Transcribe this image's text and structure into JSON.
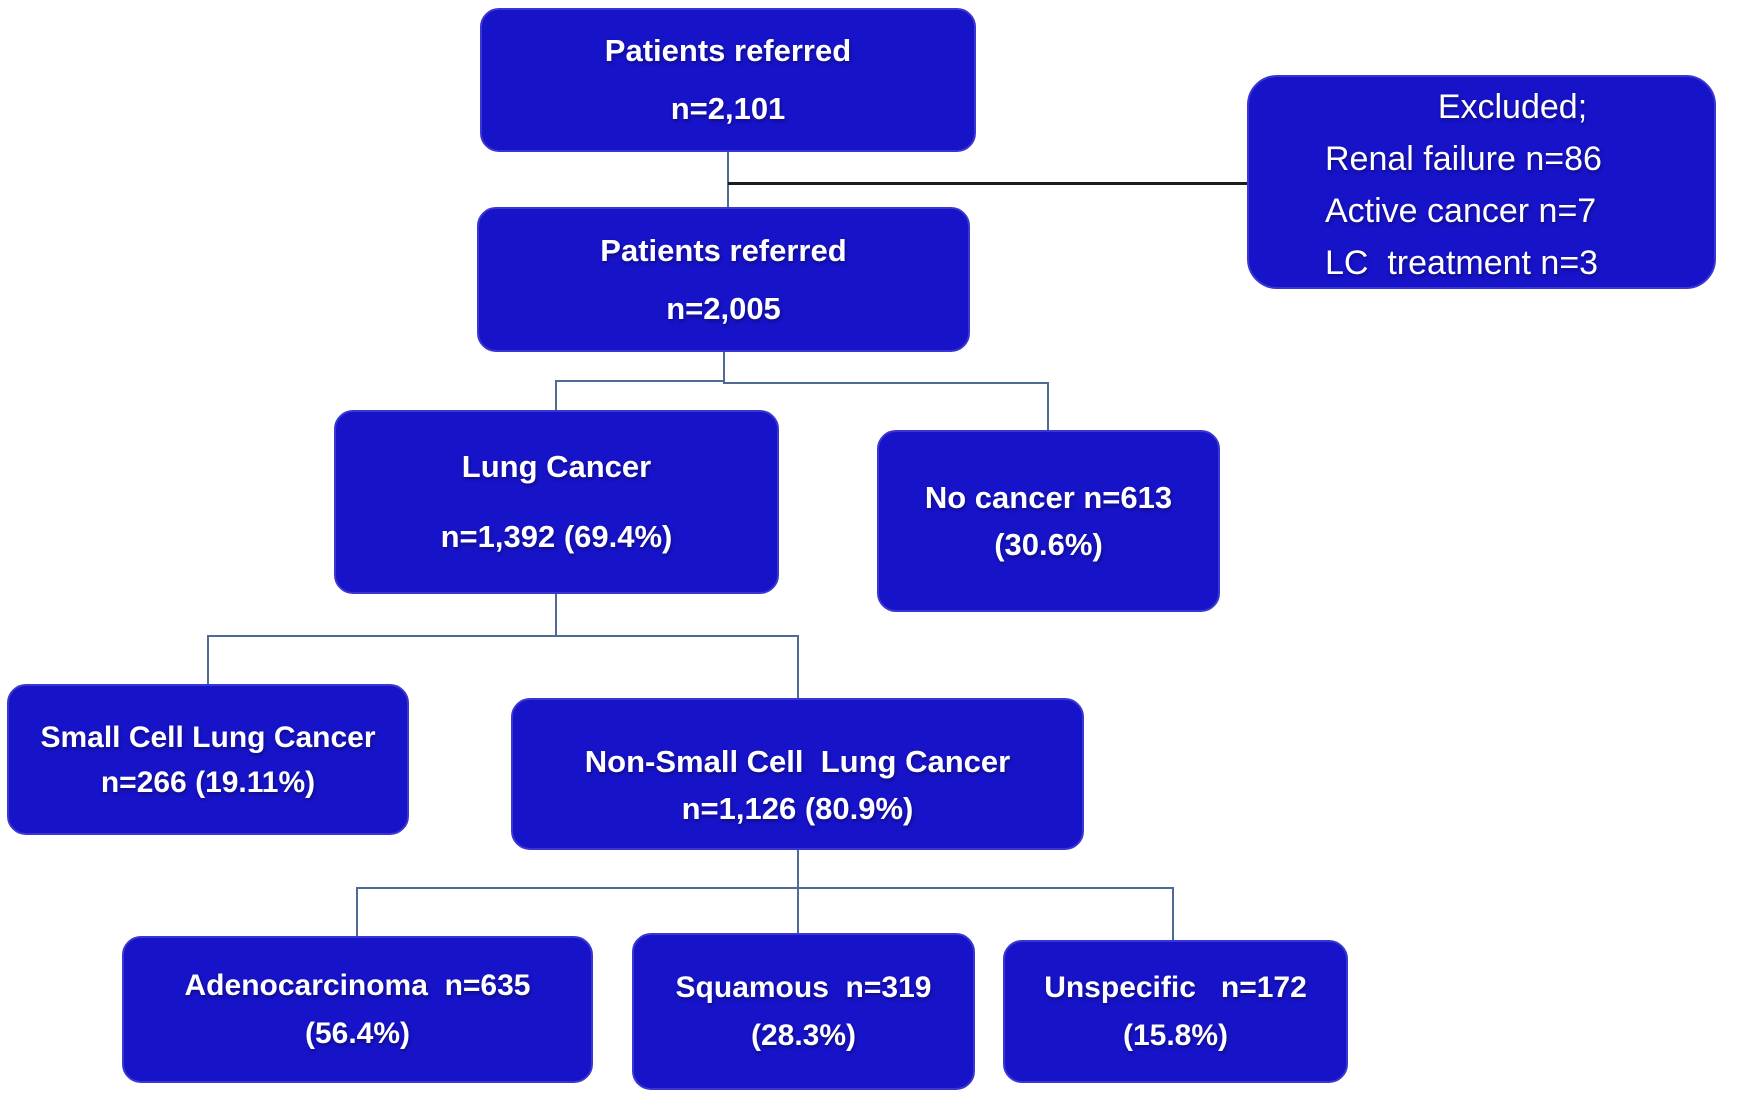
{
  "diagram": {
    "type": "flowchart",
    "boxes": {
      "referred_initial": {
        "lines": [
          "Patients referred",
          "n=2,101"
        ]
      },
      "excluded": {
        "lines": [
          "Excluded;",
          "Renal failure n=86",
          "Active cancer n=7",
          "LC  treatment n=3"
        ]
      },
      "referred_included": {
        "lines": [
          "Patients referred",
          "n=2,005"
        ]
      },
      "lung_cancer": {
        "lines": [
          "Lung Cancer",
          "n=1,392 (69.4%)"
        ]
      },
      "no_cancer": {
        "lines": [
          "No cancer n=613",
          "(30.6%)"
        ]
      },
      "sclc": {
        "lines": [
          "Small Cell Lung Cancer",
          "n=266 (19.11%)"
        ]
      },
      "nsclc": {
        "lines": [
          "Non-Small Cell  Lung Cancer",
          "n=1,126 (80.9%)"
        ]
      },
      "adenocarcinoma": {
        "lines": [
          "Adenocarcinoma  n=635",
          "(56.4%)"
        ]
      },
      "squamous": {
        "lines": [
          "Squamous  n=319",
          "(28.3%)"
        ]
      },
      "unspecific": {
        "lines": [
          "Unspecific   n=172",
          "(15.8%)"
        ]
      }
    },
    "colors": {
      "box_fill": "#1713c8",
      "box_border": "#3a36d2",
      "box_text": "#ffffff",
      "connector": "#4f6b94",
      "excluded_connector": "#1c1c1c",
      "background": "#ffffff"
    }
  }
}
